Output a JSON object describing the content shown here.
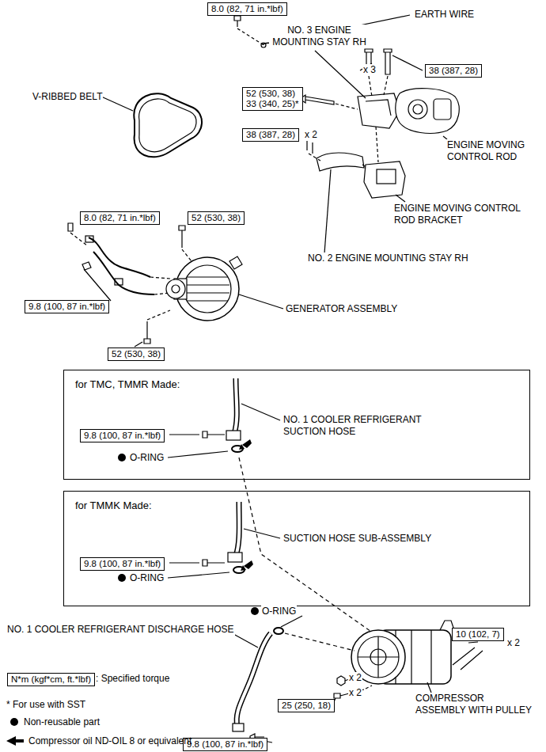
{
  "diagram": {
    "nodes": [
      {
        "text": [
          "8.0 (82, 71 in.*lbf)"
        ]
      },
      {
        "text": [
          "38 (387, 28)"
        ]
      },
      {
        "text": [
          "52 (530, 38)",
          "33 (340, 25)*"
        ]
      },
      {
        "text": [
          "38 (387, 28)"
        ]
      },
      {
        "text": [
          "8.0 (82, 71 in.*lbf)"
        ]
      },
      {
        "text": [
          "52 (530, 38)"
        ]
      },
      {
        "text": [
          "9.8 (100, 87 in.*lbf)"
        ]
      },
      {
        "text": [
          "52 (530, 38)"
        ]
      },
      {
        "text": [
          "for TMC, TMMR Made:"
        ]
      },
      {
        "text": [
          "9.8 (100, 87 in.*lbf)"
        ],
        "in": 8
      },
      {
        "text": [
          "for TMMK Made:"
        ]
      },
      {
        "text": [
          "9.8 (100, 87 in.*lbf)"
        ],
        "in": 10
      },
      {
        "text": [
          "10 (102, 7)"
        ]
      },
      {
        "text": [
          "N*m (kgf*cm, ft.*lbf)"
        ]
      },
      {
        "text": [
          "25 (250, 18)"
        ]
      },
      {
        "text": [
          "9.8 (100, 87 in.*lbf)"
        ]
      }
    ],
    "labels": [
      "EARTH WIRE",
      "NO. 3 ENGINE MOUNTING STAY RH",
      "V-RIBBED BELT",
      "x 3",
      "x 2",
      "ENGINE MOVING CONTROL ROD",
      "ENGINE MOVING CONTROL ROD BRACKET",
      "NO. 2 ENGINE MOUNTING STAY RH",
      "GENERATOR ASSEMBLY",
      "NO. 1 COOLER REFRIGERANT SUCTION HOSE",
      "O-RING",
      "SUCTION HOSE SUB-ASSEMBLY",
      "O-RING",
      "O-RING",
      "NO. 1 COOLER REFRIGERANT DISCHARGE HOSE",
      "x 2",
      "x 2",
      "x 2",
      "COMPRESSOR ASSEMBLY WITH PULLEY"
    ],
    "legend": [
      {
        "text": ": Specified torque"
      },
      {
        "text": "* For use with SST"
      },
      {
        "text": "Non-reusable part"
      },
      {
        "text": "Compressor oil ND-OIL 8 or equivalent"
      }
    ]
  }
}
